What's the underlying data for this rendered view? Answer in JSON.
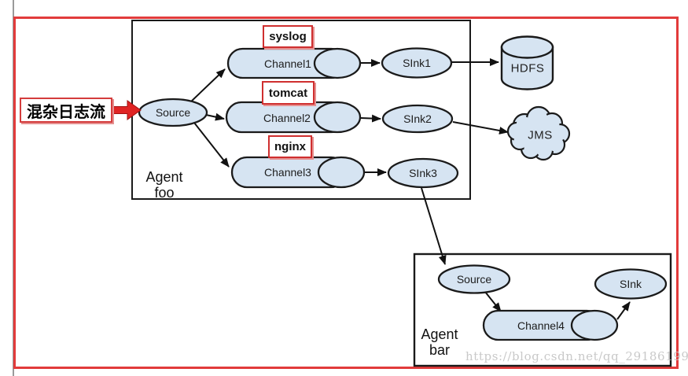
{
  "annotation": {
    "input_stream": "混杂日志流"
  },
  "tags": {
    "syslog": "syslog",
    "tomcat": "tomcat",
    "nginx": "nginx"
  },
  "agent_foo": {
    "label_line1": "Agent",
    "label_line2": "foo",
    "source": "Source",
    "channel1": "Channel1",
    "channel2": "Channel2",
    "channel3": "Channel3",
    "sink1": "SInk1",
    "sink2": "SInk2",
    "sink3": "SInk3"
  },
  "destinations": {
    "hdfs": "HDFS",
    "jms": "JMS"
  },
  "agent_bar": {
    "label_line1": "Agent",
    "label_line2": "bar",
    "source": "Source",
    "channel4": "Channel4",
    "sink": "SInk"
  },
  "watermark": "https://blog.csdn.net/qq_29186199",
  "colors": {
    "node_fill": "#d6e4f2",
    "node_stroke": "#1a1a1a",
    "red_accent": "#e23b3b",
    "tag_border": "#cf2f2f",
    "watermark_text": "#c9c9c9"
  }
}
